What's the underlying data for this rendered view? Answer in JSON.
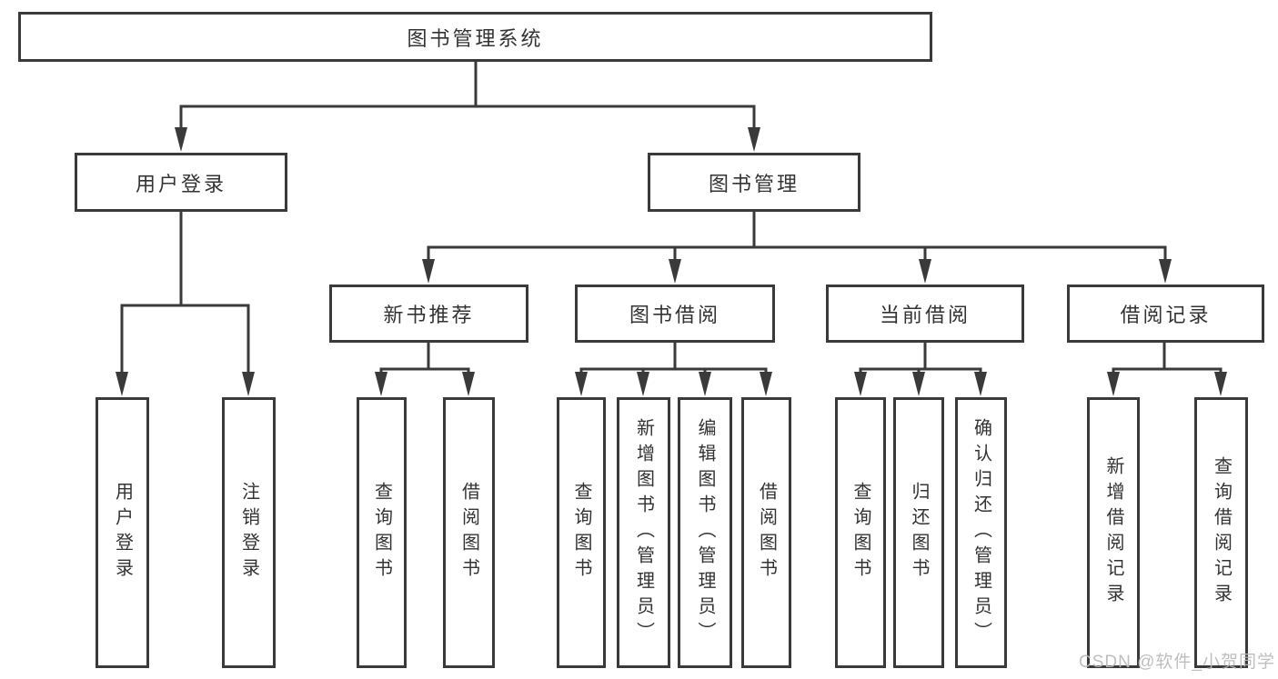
{
  "title": "图书管理系统",
  "tree": {
    "label": "图书管理系统",
    "children": [
      {
        "label": "用户登录",
        "children": [
          {
            "label": "用户登录"
          },
          {
            "label": "注销登录"
          }
        ]
      },
      {
        "label": "图书管理",
        "children": [
          {
            "label": "新书推荐",
            "children": [
              {
                "label": "查询图书"
              },
              {
                "label": "借阅图书"
              }
            ]
          },
          {
            "label": "图书借阅",
            "children": [
              {
                "label": "查询图书"
              },
              {
                "label": "新增图书（管理员）"
              },
              {
                "label": "编辑图书（管理员）"
              },
              {
                "label": "借阅图书"
              }
            ]
          },
          {
            "label": "当前借阅",
            "children": [
              {
                "label": "查询图书"
              },
              {
                "label": "归还图书"
              },
              {
                "label": "确认归还（管理员）"
              }
            ]
          },
          {
            "label": "借阅记录",
            "children": [
              {
                "label": "新增借阅记录"
              },
              {
                "label": "查询借阅记录"
              }
            ]
          }
        ]
      }
    ]
  },
  "watermark": "CSDN @软件_小贺同学",
  "colors": {
    "line": "#3a3a3a",
    "text": "#333333",
    "watermark": "#b9b9b9",
    "background": "#ffffff"
  }
}
